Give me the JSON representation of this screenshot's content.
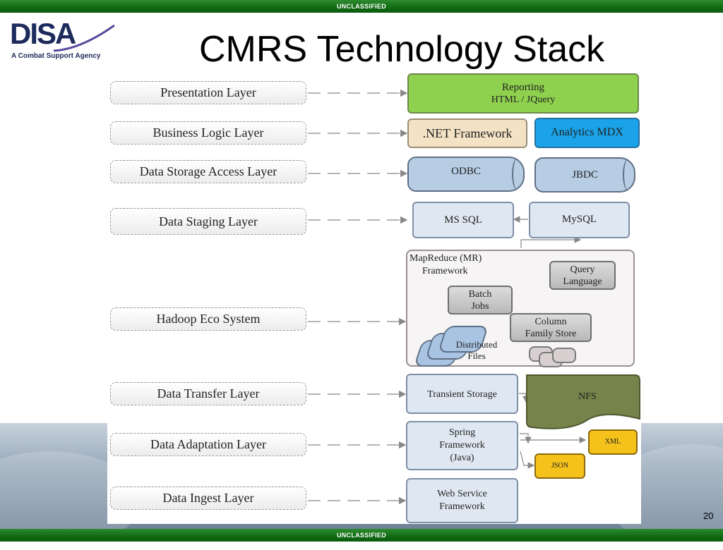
{
  "classification": {
    "top": "UNCLASSIFIED",
    "bottom": "UNCLASSIFIED"
  },
  "logo": {
    "name": "DISA",
    "tagline": "A Combat Support Agency"
  },
  "title": "CMRS Technology Stack",
  "page_number": "20",
  "layers": [
    "Presentation Layer",
    "Business Logic Layer",
    "Data Storage Access Layer",
    "Data Staging Layer",
    "Hadoop Eco System",
    "Data Transfer Layer",
    "Data Adaptation Layer",
    "Data Ingest Layer"
  ],
  "components": {
    "reporting": {
      "line1": "Reporting",
      "line2": "HTML / JQuery"
    },
    "dotnet": "​.NET Framework",
    "analytics": "Analytics  MDX",
    "odbc": "ODBC",
    "jbdc": "JBDC",
    "mssql": "MS SQL",
    "mysql": "MySQL",
    "mapreduce": {
      "line1": "MapReduce (MR)",
      "line2": "Framework"
    },
    "query": {
      "line1": "Query",
      "line2": "Language"
    },
    "batch": {
      "line1": "Batch",
      "line2": "Jobs"
    },
    "column": {
      "line1": "Column",
      "line2": "Family Store"
    },
    "distributed": {
      "line1": "Distributed",
      "line2": "Files"
    },
    "transient": "Transient Storage",
    "nfs": "NFS",
    "spring": {
      "line1": "Spring",
      "line2": "Framework",
      "line3": "(Java)"
    },
    "xml": "XML",
    "json": "JSON",
    "webservice": {
      "line1": "Web Service",
      "line2": "Framework"
    }
  },
  "colors": {
    "banner_green": "#0f6a12",
    "reporting_green": "#8fd14f",
    "dotnet_tan": "#f3e3c4",
    "analytics_blue": "#1aa3e8",
    "cylinder_blue": "#b7cde3",
    "nfs_olive": "#76834a",
    "file_yellow": "#f5c21b"
  }
}
